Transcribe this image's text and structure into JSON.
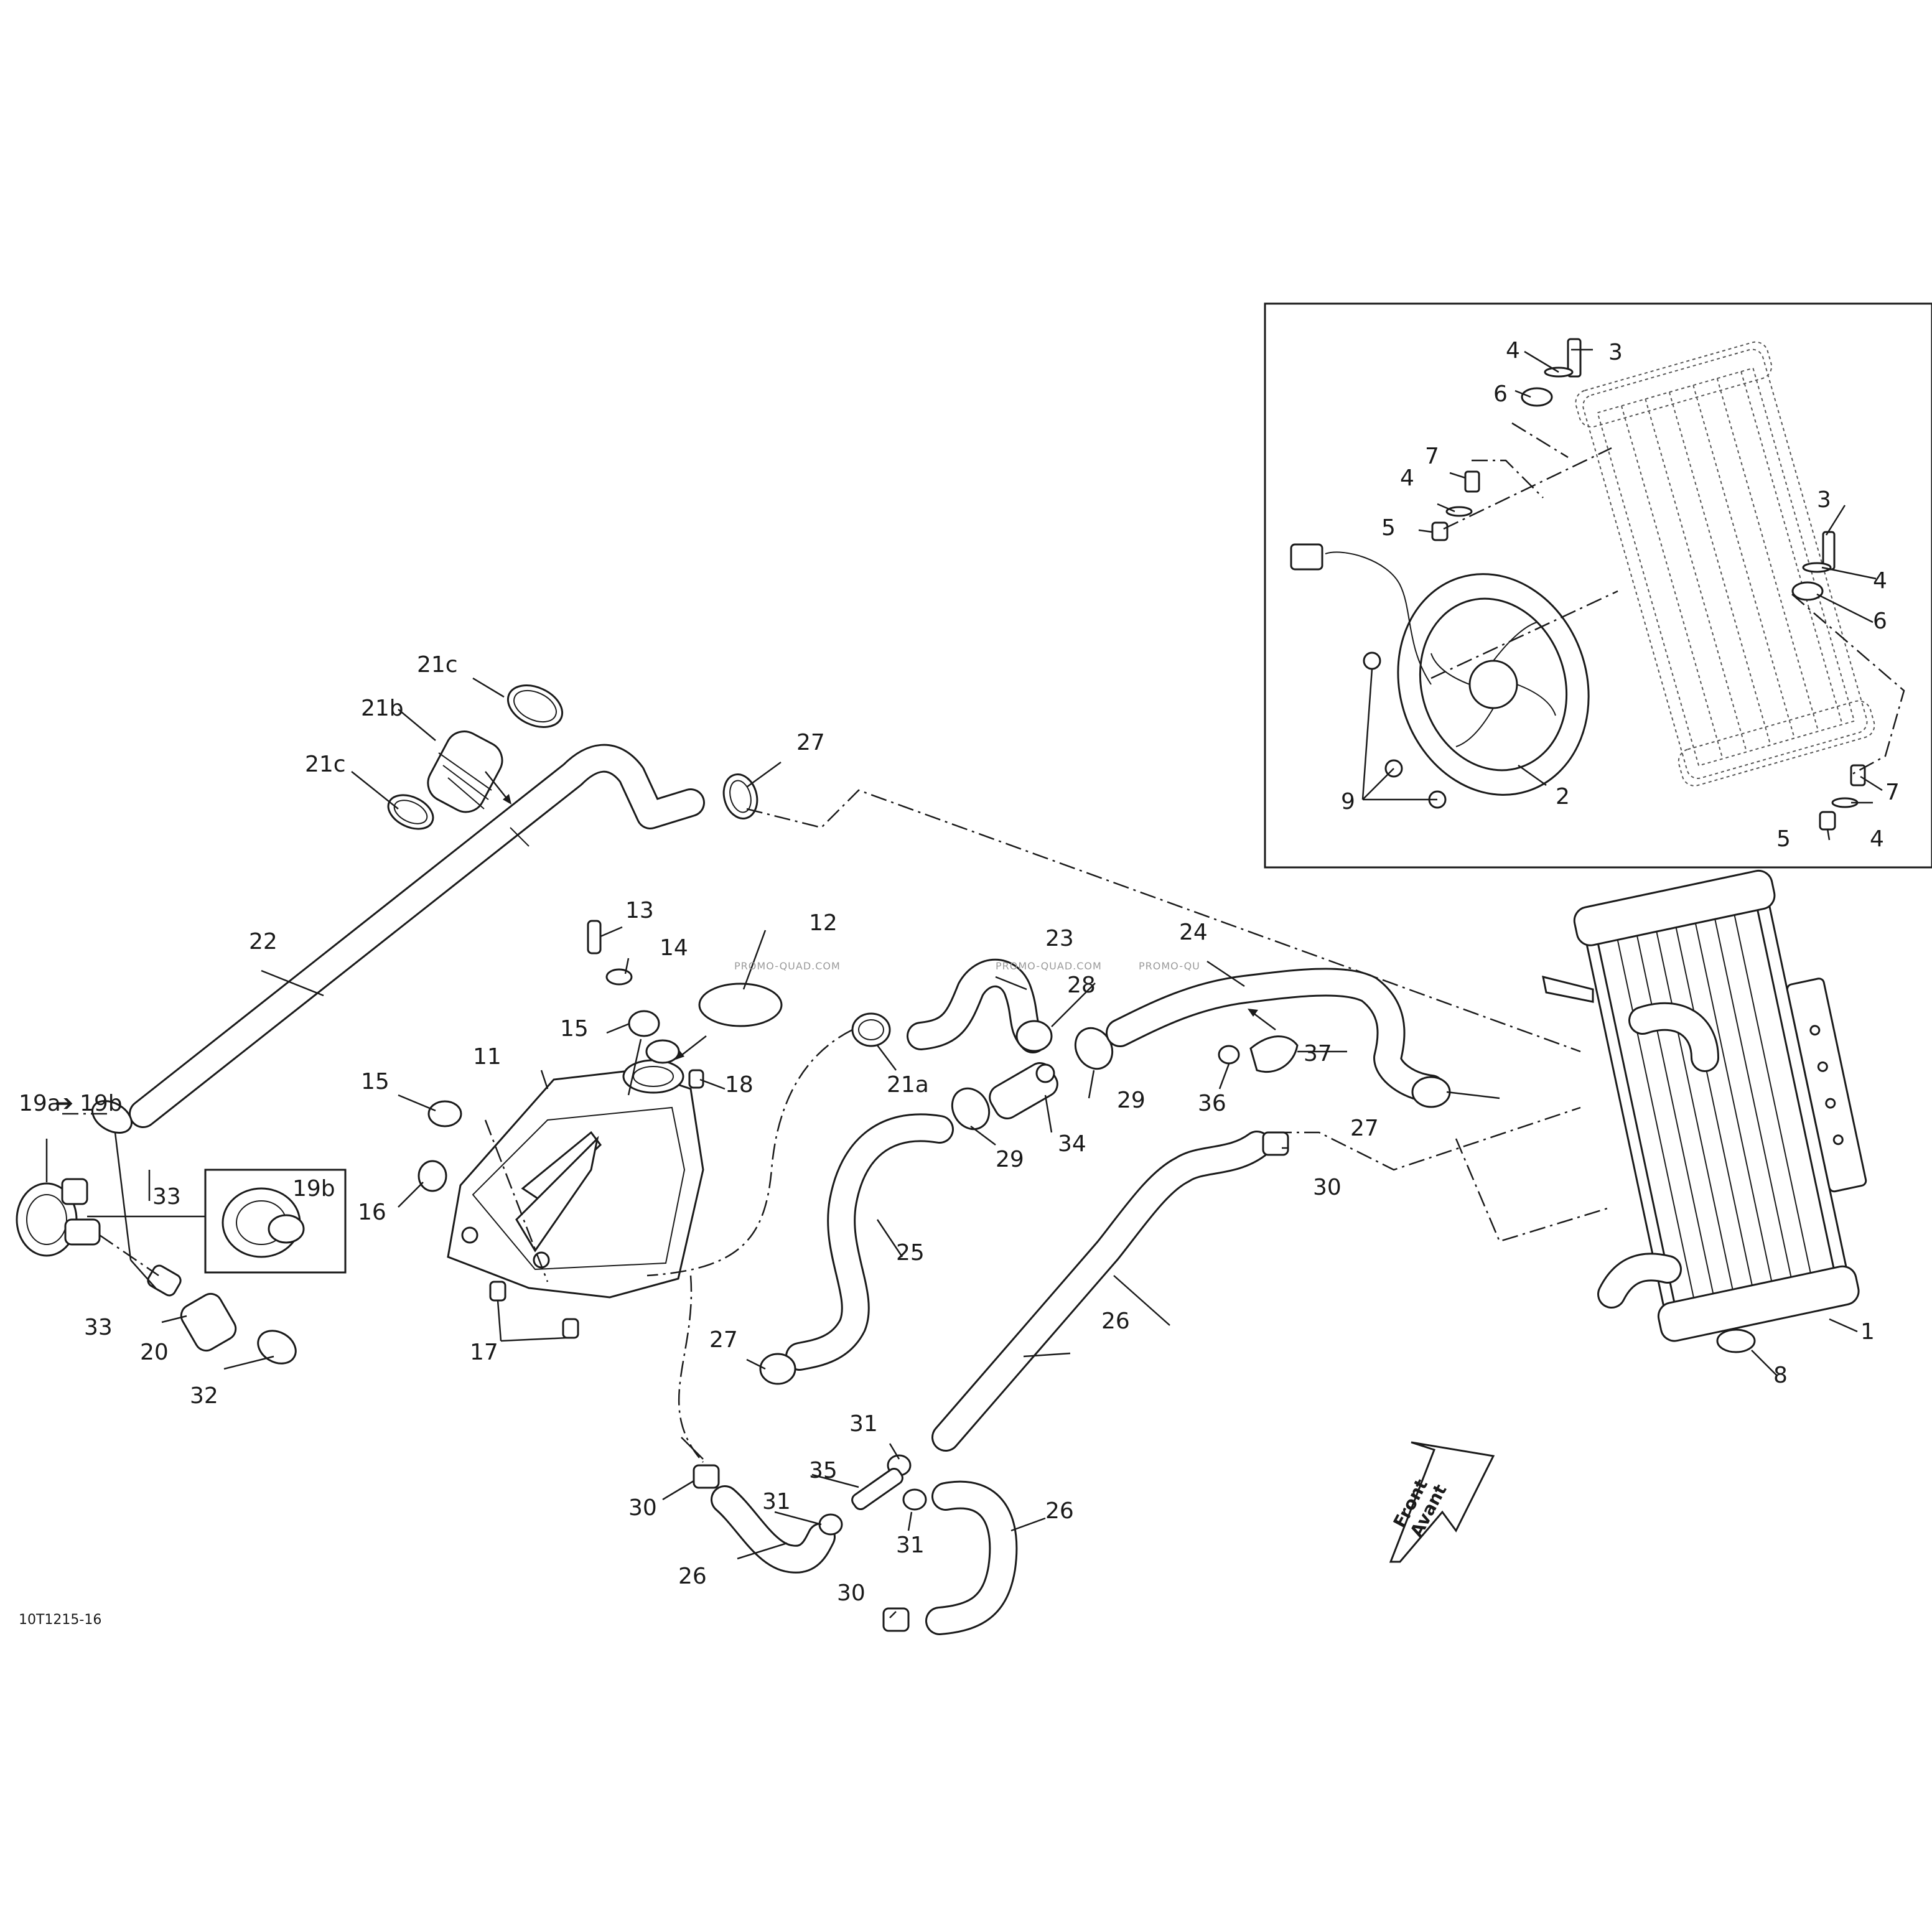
{
  "figure_code": "10T1215-16",
  "direction_arrow": {
    "line1": "Front",
    "line2": "Avant"
  },
  "watermark": "PROMO-QUAD.COM",
  "labels": {
    "p1": "1",
    "p2": "2",
    "p3a": "3",
    "p3b": "3",
    "p4a": "4",
    "p4b": "4",
    "p4c": "4",
    "p4d": "4",
    "p5a": "5",
    "p5b": "5",
    "p6a": "6",
    "p6b": "6",
    "p7a": "7",
    "p7b": "7",
    "p8": "8",
    "p9": "9",
    "p11": "11",
    "p12": "12",
    "p13": "13",
    "p14": "14",
    "p15a": "15",
    "p15b": "15",
    "p16": "16",
    "p17": "17",
    "p18": "18",
    "p19a": "19a",
    "p19b_arrow": "19b",
    "p19b": "19b",
    "p20": "20",
    "p21a": "21a",
    "p21b": "21b",
    "p21c_top": "21c",
    "p21c_left": "21c",
    "p22": "22",
    "p23": "23",
    "p24": "24",
    "p25": "25",
    "p26a": "26",
    "p26b": "26",
    "p26c": "26",
    "p27a": "27",
    "p27b": "27",
    "p27c": "27",
    "p28": "28",
    "p29a": "29",
    "p29b": "29",
    "p30a": "30",
    "p30b": "30",
    "p30c": "30",
    "p31a": "31",
    "p31b": "31",
    "p31c": "31",
    "p32": "32",
    "p33a": "33",
    "p33b": "33",
    "p34": "34",
    "p35": "35",
    "p36": "36",
    "p37": "37"
  },
  "icons": {
    "radiator": "radiator-icon",
    "fan": "cooling-fan-icon",
    "tank": "coolant-reservoir-icon",
    "thermostat": "thermostat-housing-icon",
    "clamp": "hose-clamp-icon"
  }
}
